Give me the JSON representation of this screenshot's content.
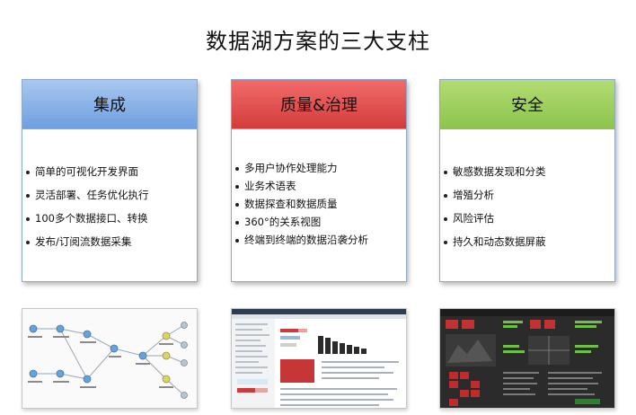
{
  "title": "数据湖方案的三大支柱",
  "pillars": [
    {
      "header": "集成",
      "color": "#7aa7e3",
      "items": [
        "简单的可视化开发界面",
        "灵活部署、任务优化执行",
        "100多个数据接口、转换",
        "发布/订阅流数据采集"
      ]
    },
    {
      "header": "质量&治理",
      "color": "#d94444",
      "items": [
        "多用户协作处理能力",
        "业务术语表",
        "数据探查和数据质量",
        "360°的关系视图",
        "终端到终端的数据沿袭分析"
      ]
    },
    {
      "header": "安全",
      "color": "#93c651",
      "items": [
        "敏感数据发现和分类",
        "增殖分析",
        "风险评估",
        "持久和动态数据屏蔽"
      ]
    }
  ]
}
